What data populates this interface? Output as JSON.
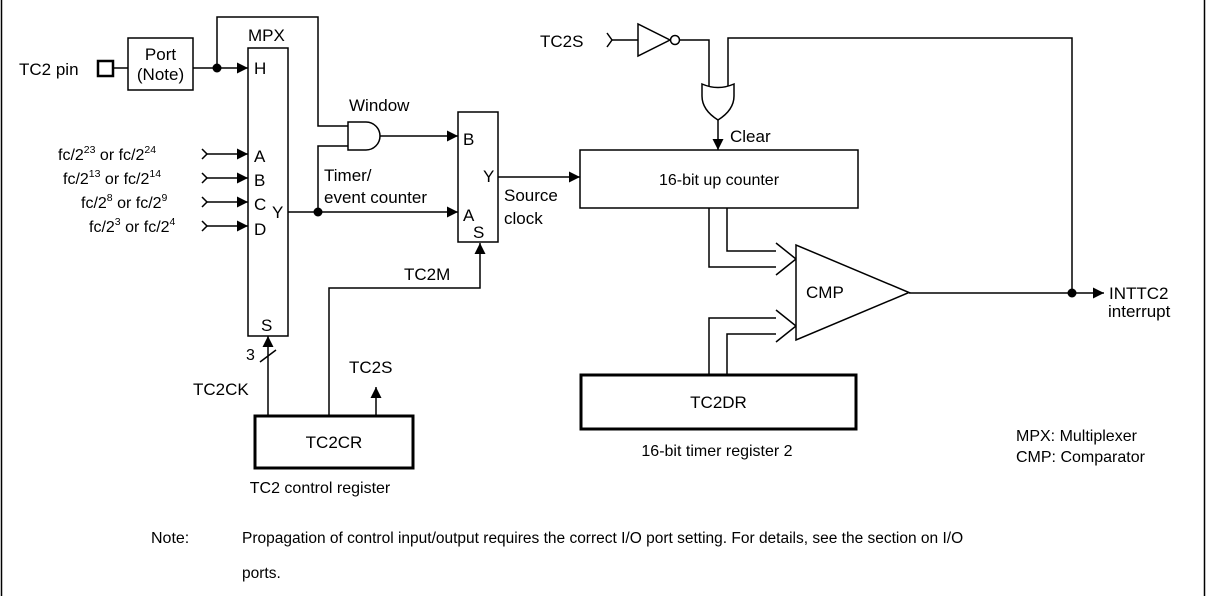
{
  "diagram": {
    "inputs": {
      "pin": "TC2 pin",
      "clk_a": {
        "p1": "fc/2",
        "e1": "23",
        "mid": " or fc/2",
        "e2": "24"
      },
      "clk_b": {
        "p1": "fc/2",
        "e1": "13",
        "mid": " or fc/2",
        "e2": "14"
      },
      "clk_c": {
        "p1": "fc/2",
        "e1": "8",
        "mid": " or fc/2",
        "e2": "9"
      },
      "clk_d": {
        "p1": "fc/2",
        "e1": "3",
        "mid": " or fc/2",
        "e2": "4"
      },
      "tc2s": "TC2S"
    },
    "port": {
      "line1": "Port",
      "line2": "(Note)"
    },
    "mpx": {
      "title": "MPX",
      "in_h": "H",
      "in_a": "A",
      "in_b": "B",
      "in_c": "C",
      "in_d": "D",
      "out_y": "Y",
      "sel_s": "S"
    },
    "labels": {
      "window": "Window",
      "timer_line1": "Timer/",
      "timer_line2": "event counter",
      "source_line1": "Source",
      "source_line2": "clock",
      "clear": "Clear",
      "bus_width": "3",
      "tc2ck": "TC2CK",
      "tc2m": "TC2M",
      "tc2s_out": "TC2S"
    },
    "selector": {
      "in_b": "B",
      "in_a": "A",
      "out_y": "Y",
      "sel_s": "S"
    },
    "counter": "16-bit up counter",
    "comparator": "CMP",
    "outputs": {
      "line1": "INTTC2",
      "line2": "interrupt"
    },
    "tc2dr": {
      "name": "TC2DR",
      "caption": "16-bit timer register 2"
    },
    "tc2cr": {
      "name": "TC2CR",
      "caption": "TC2 control register"
    },
    "legend": {
      "mpx": "MPX: Multiplexer",
      "cmp": "CMP: Comparator"
    },
    "note": {
      "label": "Note:",
      "line1": "Propagation of control input/output requires the correct I/O port setting. For details, see the section on I/O",
      "line2": "ports."
    }
  }
}
